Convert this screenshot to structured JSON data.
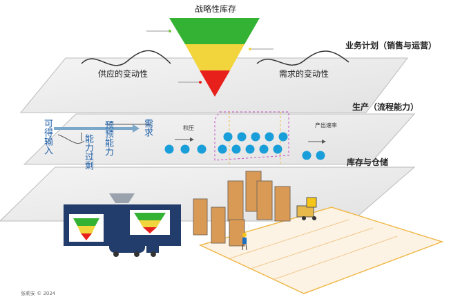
{
  "title": "战略性库存",
  "layers": {
    "planning": "业务计划（销售与运营）",
    "production": "生产（流程能力）",
    "inventory": "库存与仓储"
  },
  "variability": {
    "supply": "供应的变动性",
    "demand": "需求的变动性"
  },
  "flow_labels": {
    "available_input": "可得输入",
    "excess_capacity": "能力过剩",
    "expected_capacity": "预预能力",
    "demand": "需求"
  },
  "process_labels": {
    "backlog": "积压",
    "output_rate": "产出速率"
  },
  "copyright": "张莉安 © 2024",
  "colors": {
    "funnel_green": "#34b233",
    "funnel_yellow": "#f2d43c",
    "funnel_red": "#e8201b",
    "ball_blue": "#1a9ed9",
    "text_blue": "#1f5fa8",
    "plane_fill": "#eeeeee"
  }
}
